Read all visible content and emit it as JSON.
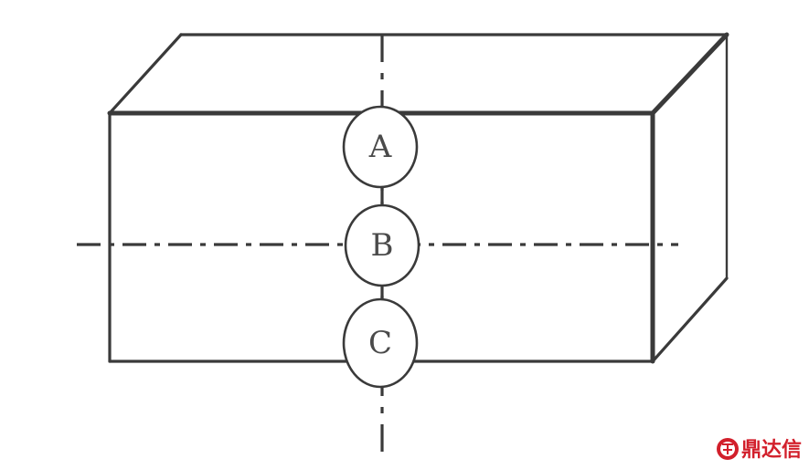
{
  "diagram": {
    "nodes": [
      {
        "id": "A",
        "label": "A"
      },
      {
        "id": "B",
        "label": "B"
      },
      {
        "id": "C",
        "label": "C"
      }
    ]
  },
  "watermark": {
    "text": "鼎达信",
    "color": "#d21f2b",
    "icon": "dingdaxin-logo-icon"
  },
  "colors": {
    "line": "#3a3a3a",
    "label": "#4a4a4a",
    "background": "#ffffff"
  }
}
